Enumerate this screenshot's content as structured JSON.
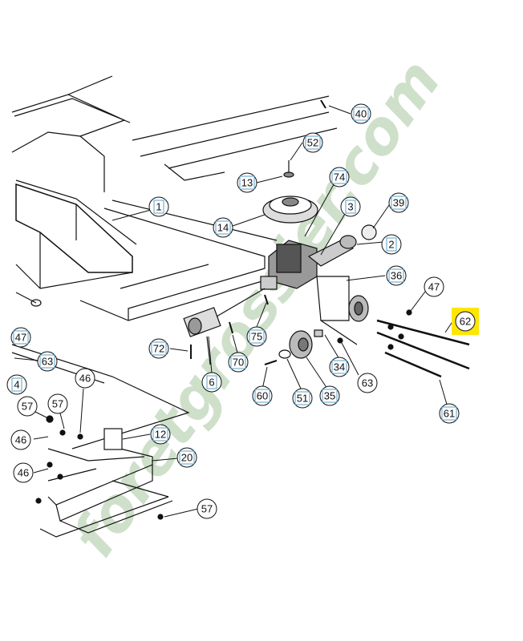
{
  "watermark": {
    "text": "foretgrossier.com",
    "colors": [
      "#f4a460",
      "#9acd32",
      "#c8c8b0"
    ]
  },
  "callouts": [
    {
      "id": "c40",
      "text": "40",
      "style": "boxed"
    },
    {
      "id": "c52",
      "text": "52",
      "style": "boxed"
    },
    {
      "id": "c13",
      "text": "13",
      "style": "boxed"
    },
    {
      "id": "c74",
      "text": "74",
      "style": "boxed"
    },
    {
      "id": "c39",
      "text": "39",
      "style": "boxed"
    },
    {
      "id": "c3",
      "text": "3",
      "style": "boxed"
    },
    {
      "id": "c1",
      "text": "1",
      "style": "boxed"
    },
    {
      "id": "c14",
      "text": "14",
      "style": "boxed"
    },
    {
      "id": "c2",
      "text": "2",
      "style": "boxed"
    },
    {
      "id": "c36",
      "text": "36",
      "style": "boxed"
    },
    {
      "id": "c47a",
      "text": "47",
      "style": "plain"
    },
    {
      "id": "c62",
      "text": "62",
      "style": "highlight"
    },
    {
      "id": "c72",
      "text": "72",
      "style": "boxed"
    },
    {
      "id": "c75",
      "text": "75",
      "style": "boxed"
    },
    {
      "id": "c70",
      "text": "70",
      "style": "boxed"
    },
    {
      "id": "c6",
      "text": "6",
      "style": "boxed"
    },
    {
      "id": "c34",
      "text": "34",
      "style": "boxed"
    },
    {
      "id": "c63a",
      "text": "63",
      "style": "plain"
    },
    {
      "id": "c60",
      "text": "60",
      "style": "boxed"
    },
    {
      "id": "c51",
      "text": "51",
      "style": "boxed"
    },
    {
      "id": "c35",
      "text": "35",
      "style": "boxed"
    },
    {
      "id": "c61",
      "text": "61",
      "style": "boxed"
    },
    {
      "id": "c47b",
      "text": "47",
      "style": "boxed"
    },
    {
      "id": "c63b",
      "text": "63",
      "style": "boxed"
    },
    {
      "id": "c4",
      "text": "4",
      "style": "boxed"
    },
    {
      "id": "c46a",
      "text": "46",
      "style": "plain"
    },
    {
      "id": "c57a",
      "text": "57",
      "style": "plain"
    },
    {
      "id": "c57b",
      "text": "57",
      "style": "plain"
    },
    {
      "id": "c46b",
      "text": "46",
      "style": "plain"
    },
    {
      "id": "c12",
      "text": "12",
      "style": "boxed"
    },
    {
      "id": "c20",
      "text": "20",
      "style": "boxed"
    },
    {
      "id": "c46c",
      "text": "46",
      "style": "plain"
    },
    {
      "id": "c57c",
      "text": "57",
      "style": "plain"
    }
  ]
}
